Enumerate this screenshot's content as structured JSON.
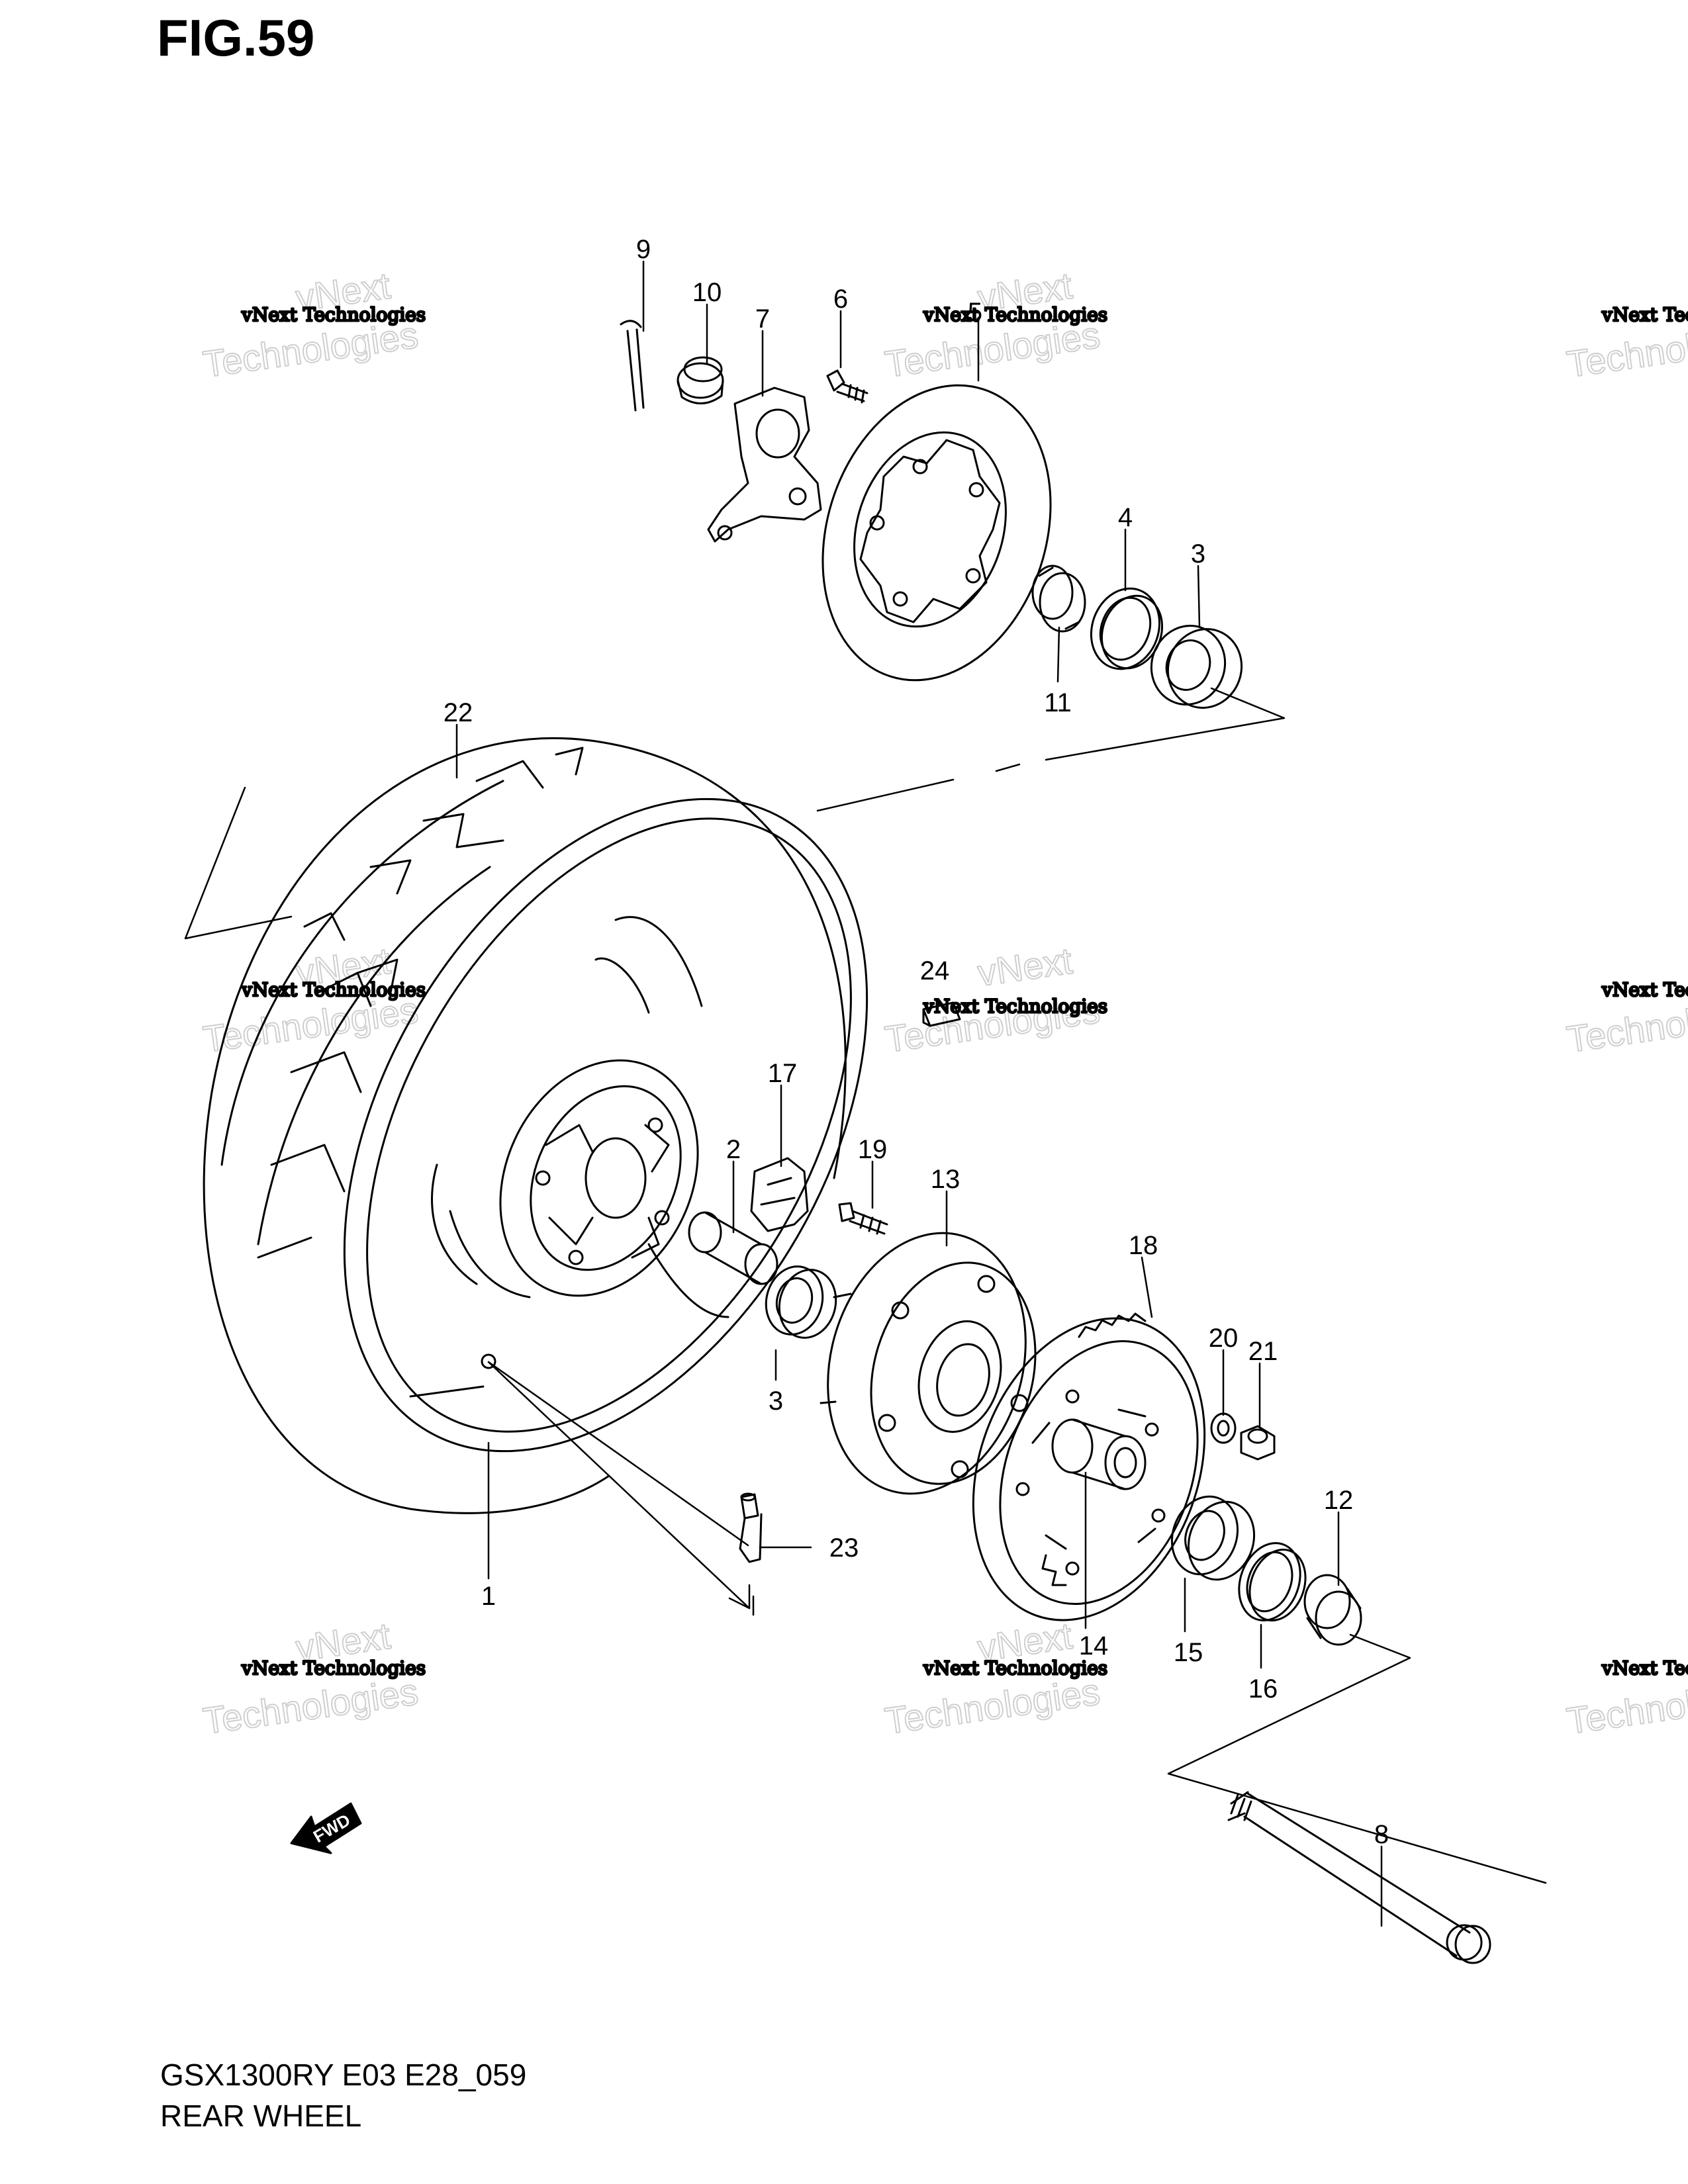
{
  "figure": {
    "title": "FIG.59",
    "model_code": "GSX1300RY E03 E28_059",
    "section_name": "REAR WHEEL"
  },
  "watermark": {
    "line1": "vNext Technologies",
    "line2": "vNext",
    "line3": "Technologies"
  },
  "fwd_label": "FWD",
  "callouts": {
    "c1": "1",
    "c2": "2",
    "c3a": "3",
    "c3b": "3",
    "c4": "4",
    "c5": "5",
    "c6": "6",
    "c7": "7",
    "c8": "8",
    "c9": "9",
    "c10": "10",
    "c11": "11",
    "c12": "12",
    "c13": "13",
    "c14": "14",
    "c15": "15",
    "c16": "16",
    "c17": "17",
    "c18": "18",
    "c19": "19",
    "c20": "20",
    "c21": "21",
    "c22": "22",
    "c23": "23",
    "c24": "24"
  },
  "colors": {
    "line": "#000000",
    "watermark": "#cfcfcf",
    "background": "#ffffff"
  }
}
